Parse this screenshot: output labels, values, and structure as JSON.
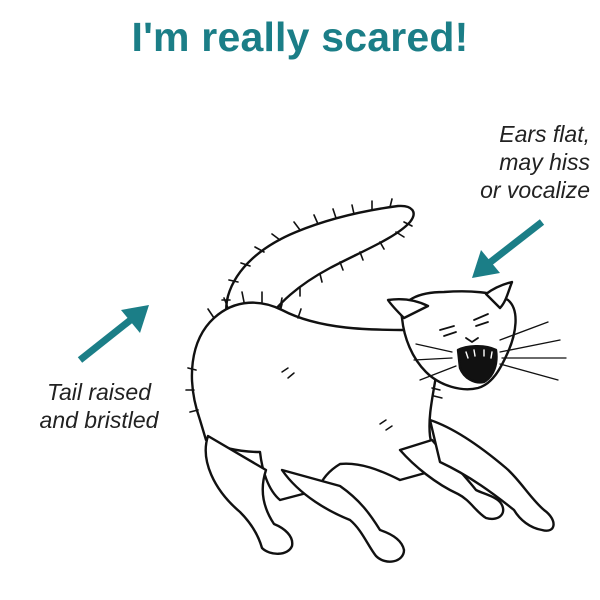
{
  "title": "I'm really scared!",
  "callouts": {
    "ears": {
      "lines": [
        "Ears flat,",
        "may hiss",
        "or vocalize"
      ]
    },
    "tail": {
      "lines": [
        "Tail raised",
        "and bristled"
      ]
    }
  },
  "colors": {
    "accent": "#1b7e87",
    "text": "#222222",
    "line_art": "#111111"
  },
  "icons": {
    "ears_arrow": "arrow-down-left-icon",
    "tail_arrow": "arrow-up-right-icon",
    "illustration": "scared-cat-illustration"
  }
}
